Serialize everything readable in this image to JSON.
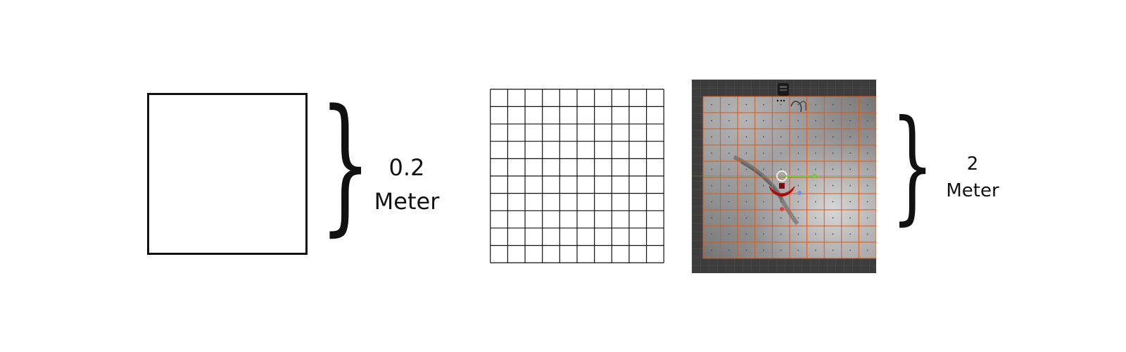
{
  "figure": {
    "small_panel": {
      "label_value": "0.2",
      "label_unit": "Meter"
    },
    "large_panel": {
      "label_value": "2",
      "label_unit": "Meter"
    },
    "grid": {
      "rows": 10,
      "cols": 10
    },
    "colors": {
      "stroke": "#111111",
      "viewport_bg": "#3c3c3c",
      "mesh_edges": "#e0561d",
      "axis_x": "#e33b3b",
      "axis_y": "#7ac943",
      "axis_z": "#6f8fe0"
    }
  }
}
